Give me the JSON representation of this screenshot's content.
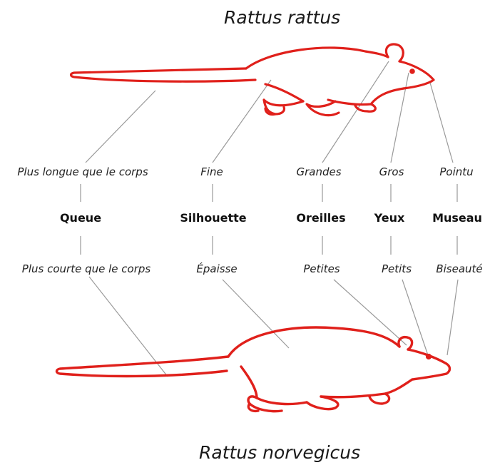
{
  "titles": {
    "top": "Rattus rattus",
    "bottom": "Rattus norvegicus"
  },
  "columns": [
    {
      "trait": "Queue",
      "rattus": "Plus longue que le corps",
      "norvegicus": "Plus courte que le corps"
    },
    {
      "trait": "Silhouette",
      "rattus": "Fine",
      "norvegicus": "Épaisse"
    },
    {
      "trait": "Oreilles",
      "rattus": "Grandes",
      "norvegicus": "Petites"
    },
    {
      "trait": "Yeux",
      "rattus": "Gros",
      "norvegicus": "Petits"
    },
    {
      "trait": "Museau",
      "rattus": "Pointu",
      "norvegicus": "Biseauté"
    }
  ],
  "colors": {
    "rat_outline": "#e0201b",
    "connector": "#9a9a9a",
    "text": "#222222"
  }
}
